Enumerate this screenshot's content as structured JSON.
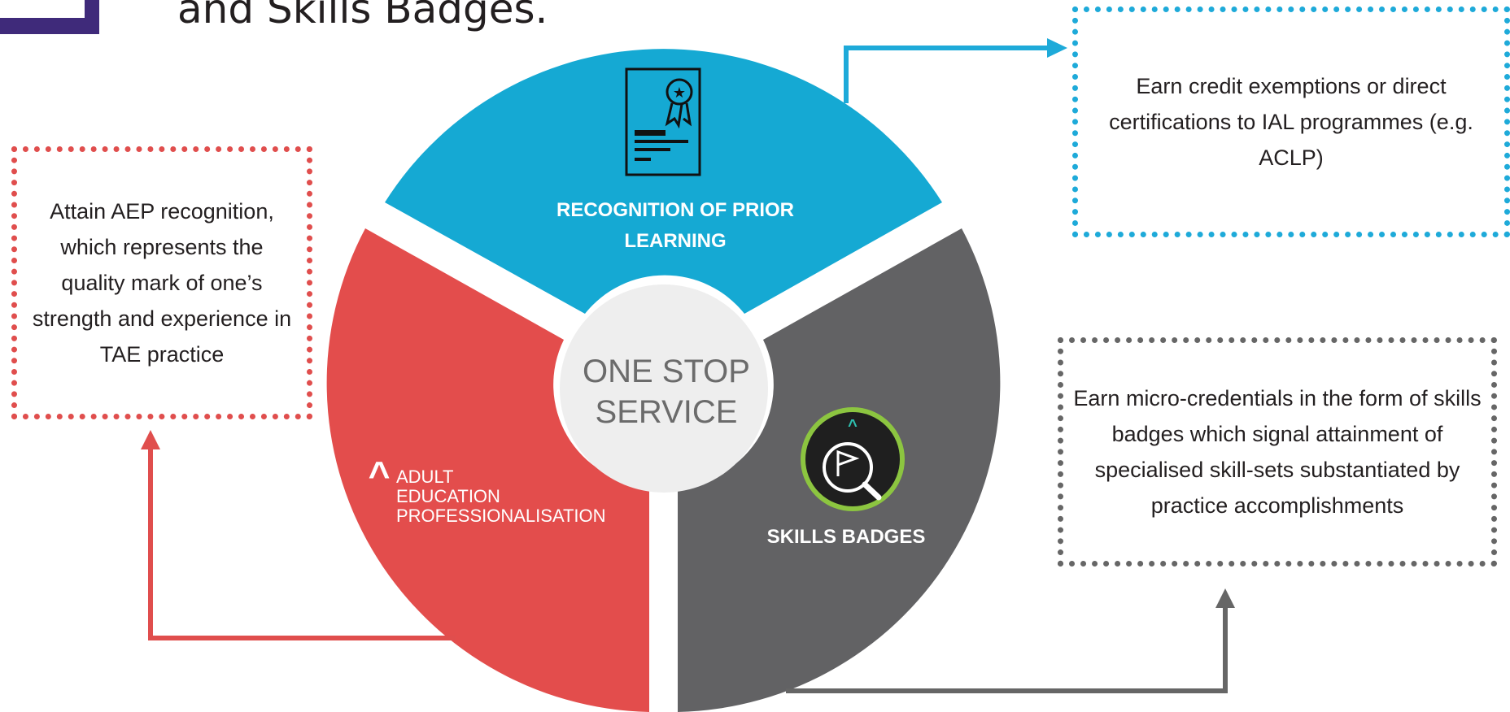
{
  "title": "and Skills Badges.",
  "center": {
    "line1": "ONE STOP",
    "line2": "SERVICE"
  },
  "segments": {
    "rpl": {
      "line1": "RECOGNITION OF PRIOR",
      "line2": "LEARNING",
      "color": "#15a9d3",
      "icon": "certificate-icon"
    },
    "sb": {
      "label": "SKILLS BADGES",
      "color": "#626264",
      "icon": "skills-badge-icon"
    },
    "aep": {
      "logo_mark": "^",
      "line1": "ADULT",
      "line2": "EDUCATION",
      "line3": "PROFESSIONALISATION",
      "color": "#e34d4c"
    }
  },
  "boxes": {
    "aep": "Attain AEP recognition, which represents the quality mark of one’s strength and experience in TAE practice",
    "rpl": "Earn credit exemptions or direct certifications to IAL programmes (e.g. ACLP)",
    "sb": "Earn micro-credentials in the form of skills badges which signal attainment of specialised skill-sets substantiated by practice accomplishments"
  },
  "colors": {
    "title_bar": "#3f2a7a",
    "red": "#e04e4d",
    "blue": "#1eaad9",
    "grey": "#666666"
  }
}
